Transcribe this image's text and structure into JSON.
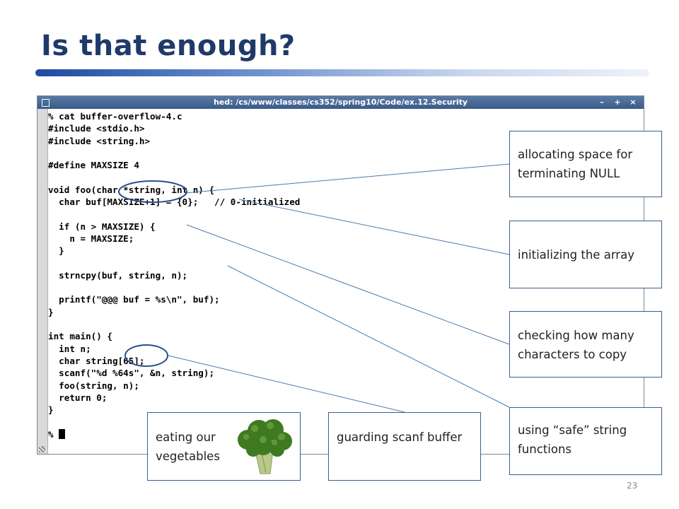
{
  "slide": {
    "title": "Is that enough?",
    "number": "23"
  },
  "terminal": {
    "window_title": "hed: /cs/www/classes/cs352/spring10/Code/ex.12.Security",
    "buttons": {
      "minimize": "–",
      "maximize": "+",
      "close": "×"
    },
    "code_lines": [
      "% cat buffer-overflow-4.c",
      "#include <stdio.h>",
      "#include <string.h>",
      "",
      "#define MAXSIZE 4",
      "",
      "void foo(char *string, int n) {",
      "  char buf[MAXSIZE+1] = {0};   // 0-initialized",
      "",
      "  if (n > MAXSIZE) {",
      "    n = MAXSIZE;",
      "  }",
      "",
      "  strncpy(buf, string, n);",
      "",
      "  printf(\"@@@ buf = %s\\n\", buf);",
      "}",
      "",
      "int main() {",
      "  int n;",
      "  char string[65];",
      "  scanf(\"%d %64s\", &n, string);",
      "  foo(string, n);",
      "  return 0;",
      "}",
      ""
    ],
    "prompt": "% "
  },
  "callouts": {
    "allocating": "allocating space for terminating  NULL",
    "initializing": "initializing the array",
    "checking": "checking how many characters to copy",
    "safe": "using “safe” string functions",
    "eating": "eating our vegetables",
    "guarding": "guarding   scanf buffer"
  },
  "icons": {
    "broccoli": "broccoli-icon",
    "menu": "window-menu-icon"
  },
  "colors": {
    "title": "#1f3a6a",
    "callout_border": "#3b5f8a",
    "leader_line": "#4a7ab0",
    "highlight_ellipse": "#2a4f8e"
  }
}
